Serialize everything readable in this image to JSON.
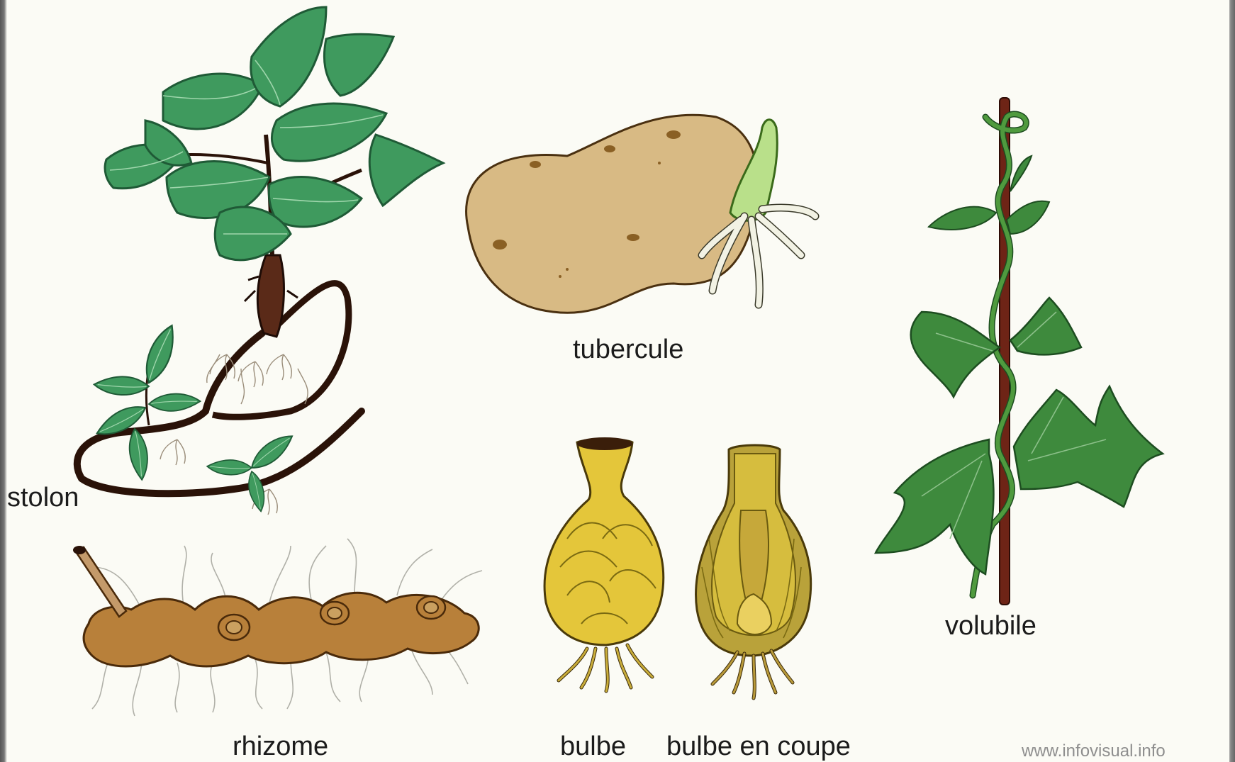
{
  "labels": {
    "stolon": "stolon",
    "tubercule": "tubercule",
    "volubile": "volubile",
    "rhizome": "rhizome",
    "bulbe": "bulbe",
    "bulbe_en_coupe": "bulbe en coupe"
  },
  "watermark": "www.infovisual.info",
  "colors": {
    "leaf": "#3f9a5e",
    "leaf_dark": "#1f5a36",
    "ivy_leaf": "#3e8a3d",
    "stem": "#3a1a0e",
    "potato": "#d8ba84",
    "sprout": "#b9e08a",
    "rhizome": "#b8803a",
    "bulb": "#e4c63a",
    "bulb_cut": "#b9a23a",
    "pole": "#6e2416",
    "vine": "#4f9a3e",
    "background": "#fbfbf5"
  },
  "icons": [
    "stolon-plant-illustration",
    "potato-tuber-illustration",
    "twining-vine-illustration",
    "rhizome-illustration",
    "bulb-illustration",
    "bulb-cross-section-illustration"
  ]
}
